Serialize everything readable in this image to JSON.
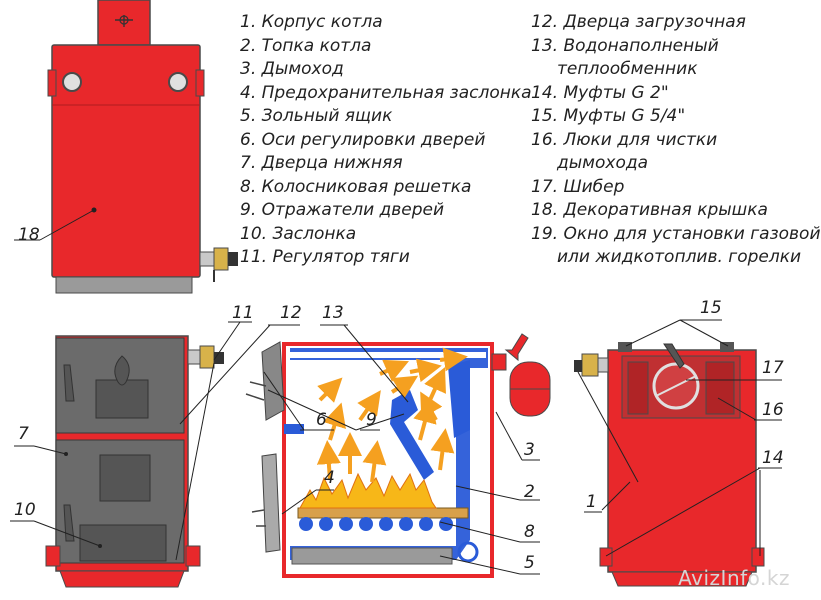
{
  "legend_left": [
    "1. Корпус котла",
    "2. Топка котла",
    "3. Дымоход",
    "4. Предохранительная заслонка",
    "5. Зольный ящик",
    "6. Оси регулировки дверей",
    "7. Дверца нижняя",
    "8. Колосниковая решетка",
    "9. Отражатели дверей",
    "10. Заслонка",
    "11. Регулятор тяги"
  ],
  "legend_right": [
    "12. Дверца загрузочная",
    "13. Водонаполненый",
    "теплообменник",
    "14. Муфты G 2\"",
    "15. Муфты G 5/4\"",
    "16. Люки для чистки",
    "дымохода",
    "17. Шибер",
    "18. Декоративная крышка",
    "19. Окно для установки газовой",
    "или жидкотоплив. горелки"
  ],
  "callouts": {
    "n1": "1",
    "n2": "2",
    "n3": "3",
    "n4": "4",
    "n5": "5",
    "n6": "6",
    "n7": "7",
    "n8": "8",
    "n9": "9",
    "n10": "10",
    "n11": "11",
    "n12": "12",
    "n13": "13",
    "n14": "14",
    "n15": "15",
    "n16": "16",
    "n17": "17",
    "n18": "18"
  },
  "watermark": "AvizInfo.kz",
  "colors": {
    "body": "#e8282b",
    "outline": "#4a4a4a",
    "door": "#6b6b6b",
    "heat_exchanger": "#2a5bd8",
    "flame": "#f7b718",
    "arrows": "#f5a020",
    "brass": "#d8b24a"
  }
}
